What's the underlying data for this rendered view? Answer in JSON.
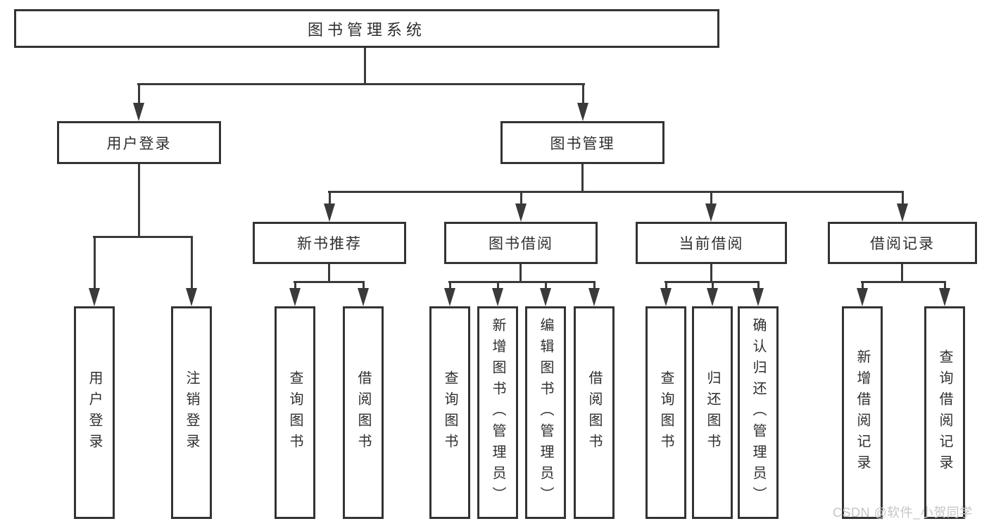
{
  "colors": {
    "line": "#3a3a3a",
    "border": "#333333",
    "text": "#2f2f2f",
    "background": "#ffffff",
    "watermark": "#c6c6c6"
  },
  "watermark": {
    "text": "CSDN @软件_小贺同学"
  },
  "diagram": {
    "root": {
      "label": "图书管理系统"
    },
    "branches": [
      {
        "label": "用户登录",
        "children": [
          {
            "label": "用户登录"
          },
          {
            "label": "注销登录"
          }
        ]
      },
      {
        "label": "图书管理",
        "children": [
          {
            "label": "新书推荐",
            "children": [
              {
                "label": "查询图书"
              },
              {
                "label": "借阅图书"
              }
            ]
          },
          {
            "label": "图书借阅",
            "children": [
              {
                "label": "查询图书"
              },
              {
                "label": "新增图书（管理员）"
              },
              {
                "label": "编辑图书（管理员）"
              },
              {
                "label": "借阅图书"
              }
            ]
          },
          {
            "label": "当前借阅",
            "children": [
              {
                "label": "查询图书"
              },
              {
                "label": "归还图书"
              },
              {
                "label": "确认归还（管理员）"
              }
            ]
          },
          {
            "label": "借阅记录",
            "children": [
              {
                "label": "新增借阅记录"
              },
              {
                "label": "查询借阅记录"
              }
            ]
          }
        ]
      }
    ]
  }
}
